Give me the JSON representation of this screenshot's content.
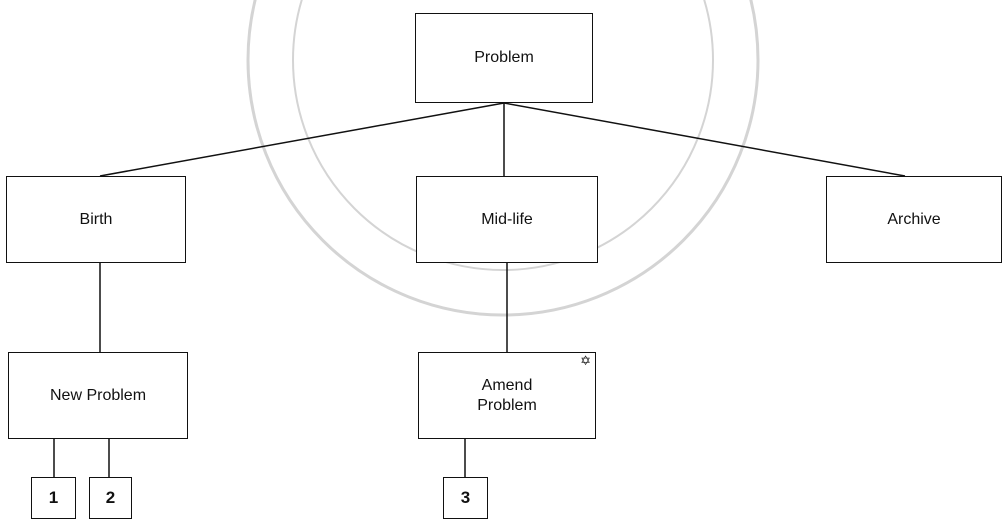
{
  "diagram": {
    "root": {
      "label": "Problem"
    },
    "phases": [
      {
        "label": "Birth"
      },
      {
        "label": "Mid-life"
      },
      {
        "label": "Archive"
      }
    ],
    "processes": [
      {
        "label": "New Problem"
      },
      {
        "label": "Amend\nProblem",
        "marker": "✡"
      }
    ],
    "sub_items": [
      {
        "label": "1"
      },
      {
        "label": "2"
      },
      {
        "label": "3"
      }
    ]
  },
  "colors": {
    "line": "#111111",
    "watermark": "#d0d0d0"
  }
}
